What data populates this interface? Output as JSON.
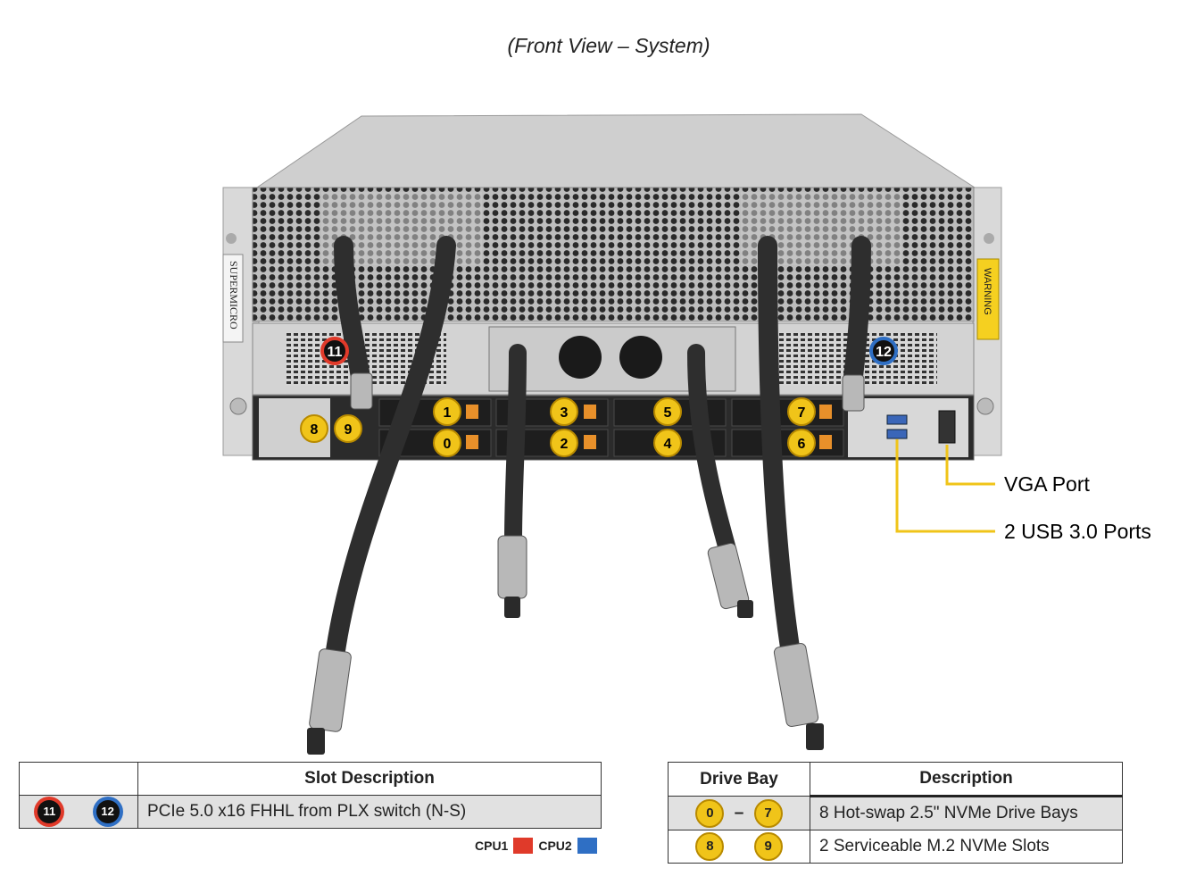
{
  "title": "(Front View – System)",
  "brand": "SUPERMICRO",
  "warning_label": "WARNING",
  "drive_bays": [
    {
      "num": "0"
    },
    {
      "num": "1"
    },
    {
      "num": "2"
    },
    {
      "num": "3"
    },
    {
      "num": "4"
    },
    {
      "num": "5"
    },
    {
      "num": "6"
    },
    {
      "num": "7"
    },
    {
      "num": "8"
    },
    {
      "num": "9"
    }
  ],
  "pcie_slots": [
    {
      "num": "11",
      "color": "#e03a2a"
    },
    {
      "num": "12",
      "color": "#2f6fc4"
    }
  ],
  "callouts": {
    "vga": "VGA Port",
    "usb": "2 USB 3.0 Ports"
  },
  "slot_table": {
    "header": "Slot Description",
    "row_badges": [
      "11",
      "12"
    ],
    "row_desc": "PCIe 5.0 x16 FHHL from PLX switch (N-S)"
  },
  "cpu_legend": [
    {
      "label": "CPU1",
      "color": "#e03a2a"
    },
    {
      "label": "CPU2",
      "color": "#2f6fc4"
    }
  ],
  "drive_table": {
    "header_bay": "Drive Bay",
    "header_desc": "Description",
    "rows": [
      {
        "from": "0",
        "to": "7",
        "sep": "–",
        "desc": "8 Hot-swap 2.5\" NVMe Drive Bays"
      },
      {
        "from": "8",
        "to": "9",
        "sep": "",
        "desc": "2 Serviceable M.2 NVMe Slots"
      }
    ]
  },
  "colors": {
    "callout_line": "#f0c419",
    "badge_yellow": "#f0c419"
  }
}
